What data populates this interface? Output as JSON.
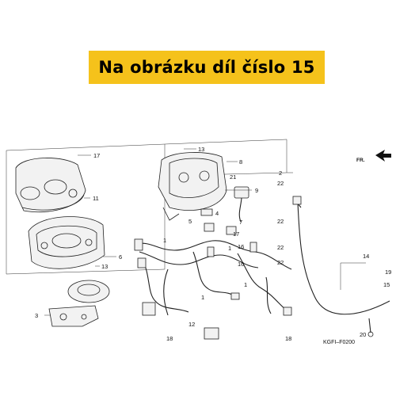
{
  "banner": {
    "text": "Na obrázku díl číslo 15"
  },
  "diagram": {
    "direction_label": "FR.",
    "drawing_code": "KGFI–F0200",
    "part_labels": {
      "p1a": "1",
      "p1b": "1",
      "p1c": "1",
      "p1d": "1",
      "p2": "2",
      "p3": "3",
      "p4": "4",
      "p5": "5",
      "p6": "6",
      "p7": "7",
      "p8": "8",
      "p9": "9",
      "p11": "11",
      "p12": "12",
      "p13a": "13",
      "p13b": "13",
      "p14": "14",
      "p15": "15",
      "p16a": "16",
      "p16b": "16",
      "p17a": "17",
      "p17b": "17",
      "p18a": "18",
      "p18b": "18",
      "p19": "19",
      "p20": "20",
      "p21": "21",
      "p22a": "22",
      "p22b": "22",
      "p22c": "22",
      "p22d": "22"
    }
  }
}
